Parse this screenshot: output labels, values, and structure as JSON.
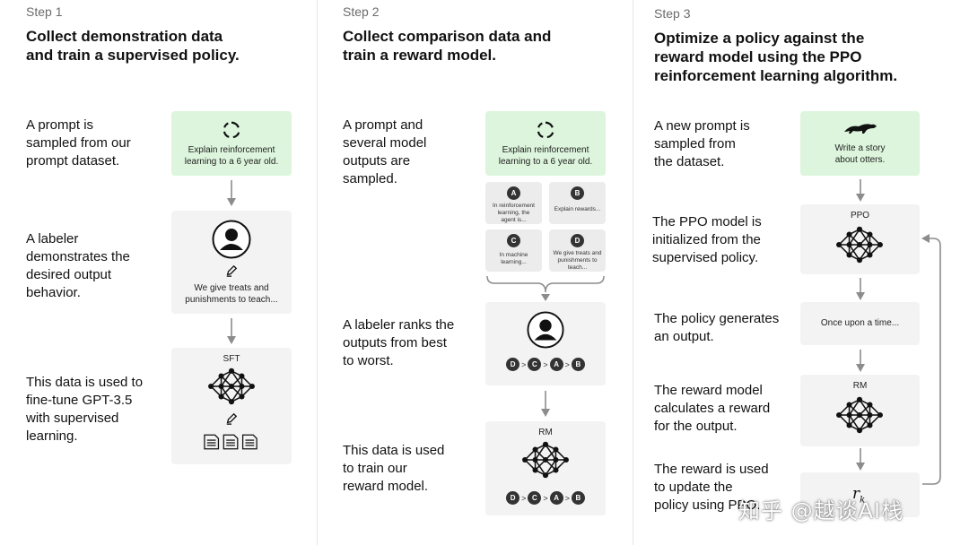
{
  "step1": {
    "label": "Step 1",
    "title_lines": [
      "Collect demonstration data",
      "and train a supervised policy."
    ],
    "desc1": [
      "A prompt is",
      "sampled from our",
      "prompt dataset."
    ],
    "desc2": [
      "A labeler",
      "demonstrates the",
      "desired output",
      "behavior."
    ],
    "desc3": [
      "This data is used to",
      "fine-tune GPT-3.5",
      "with supervised",
      "learning."
    ],
    "prompt_card": [
      "Explain reinforcement",
      "learning to a 6 year old."
    ],
    "demo_card": [
      "We give treats and",
      "punishments to teach..."
    ],
    "model_label": "SFT"
  },
  "step2": {
    "label": "Step 2",
    "title_lines": [
      "Collect comparison data and",
      "train a reward model."
    ],
    "desc1": [
      "A prompt and",
      "several model",
      "outputs are",
      "sampled."
    ],
    "desc2": [
      "A labeler ranks the",
      "outputs from best",
      "to worst."
    ],
    "desc3": [
      "This data is used",
      "to train our",
      "reward model."
    ],
    "prompt_card": [
      "Explain reinforcement",
      "learning to a 6 year old."
    ],
    "outputs": [
      {
        "badge": "A",
        "text": [
          "In reinforcement",
          "learning, the",
          "agent is..."
        ]
      },
      {
        "badge": "B",
        "text": [
          "Explain rewards..."
        ]
      },
      {
        "badge": "C",
        "text": [
          "In machine",
          "learning..."
        ]
      },
      {
        "badge": "D",
        "text": [
          "We give treats and",
          "punishments to",
          "teach..."
        ]
      }
    ],
    "ranking": [
      "D",
      "C",
      "A",
      "B"
    ],
    "ranking_separator": ">",
    "model_label": "RM"
  },
  "step3": {
    "label": "Step 3",
    "title_lines": [
      "Optimize a policy against the",
      "reward model using the PPO",
      "reinforcement learning algorithm."
    ],
    "desc1": [
      "A new prompt is",
      "sampled from",
      "the dataset."
    ],
    "desc2": [
      "The PPO model is",
      "initialized from the",
      "supervised policy."
    ],
    "desc3": [
      "The policy generates",
      "an output."
    ],
    "desc4": [
      "The reward model",
      "calculates a reward",
      "for the output."
    ],
    "desc5": [
      "The reward is used",
      "to update the",
      "policy using PPO."
    ],
    "prompt_card": [
      "Write a story",
      "about otters."
    ],
    "ppo_label": "PPO",
    "output_text": "Once upon a time...",
    "rm_label": "RM",
    "reward_symbol": "r",
    "reward_subscript": "k"
  },
  "watermark": "知乎 @越谈AI栈",
  "colors": {
    "green_card": "#dcf5dc",
    "grey_card": "#f3f3f3",
    "arrow": "#8c8c8c",
    "dark": "#222222"
  }
}
